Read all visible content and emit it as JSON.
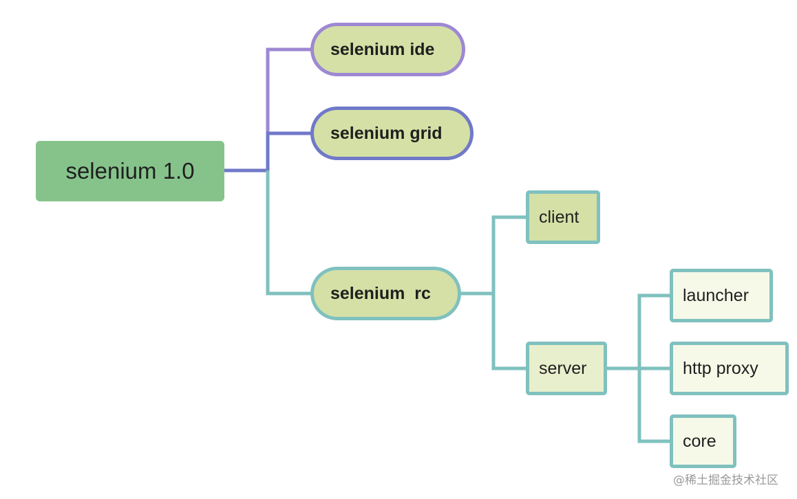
{
  "mindmap": {
    "root": {
      "label": "selenium 1.0"
    },
    "branches": [
      {
        "label": "selenium ide",
        "color": "#9e88d3"
      },
      {
        "label": "selenium grid",
        "color": "#7079c8"
      },
      {
        "label": "selenium  rc",
        "color": "#7fc1bf",
        "children": [
          {
            "label": "client"
          },
          {
            "label": "server",
            "children": [
              {
                "label": "launcher"
              },
              {
                "label": "http proxy"
              },
              {
                "label": "core"
              }
            ]
          }
        ]
      }
    ]
  },
  "colors": {
    "root_fill": "#86c38b",
    "level1_fill": "#d5e0a6",
    "server_fill": "#e8efcc",
    "leaf_fill": "#f6f9e8",
    "teal_line": "#7fc1bf"
  },
  "watermark": "@稀土掘金技术社区"
}
